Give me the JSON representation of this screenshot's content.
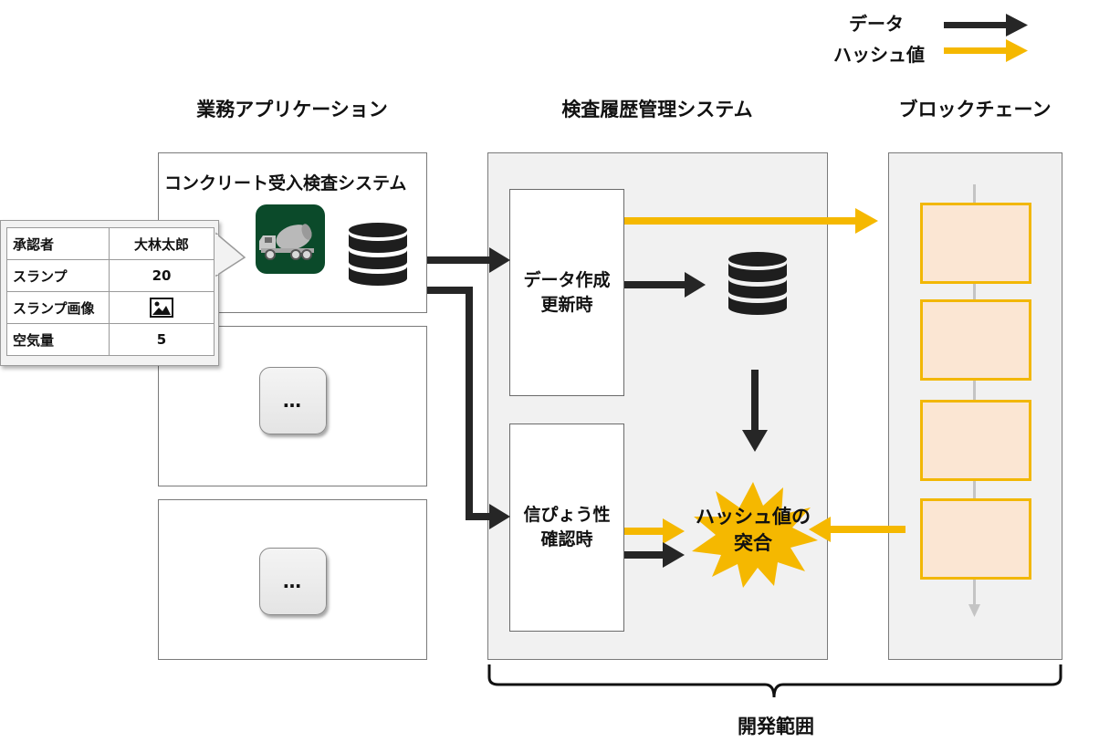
{
  "legend": {
    "data_label": "データ",
    "hash_label": "ハッシュ値",
    "data_color": "#262626",
    "hash_color": "#f5b800"
  },
  "columns": {
    "business_apps": "業務アプリケーション",
    "inspection_system": "検査履歴管理システム",
    "blockchain": "ブロックチェーン"
  },
  "concrete_system": {
    "title": "コンクリート受入検査システム",
    "app_icon": "mixer-truck-icon",
    "db_icon": "database-icon"
  },
  "popup_table": {
    "rows": [
      {
        "label": "承認者",
        "value": "大林太郎"
      },
      {
        "label": "スランプ",
        "value": "20"
      },
      {
        "label": "スランプ画像",
        "value": "",
        "icon": "image-icon"
      },
      {
        "label": "空気量",
        "value": "5"
      }
    ]
  },
  "placeholder_apps": [
    {
      "label": "…"
    },
    {
      "label": "…"
    }
  ],
  "processes": {
    "create_update": [
      "データ作成",
      "更新時"
    ],
    "verify": [
      "信ぴょう性",
      "確認時"
    ]
  },
  "hash_match": [
    "ハッシュ値の",
    "突合"
  ],
  "development_scope": "開発範囲",
  "blockchain_blocks": 4
}
